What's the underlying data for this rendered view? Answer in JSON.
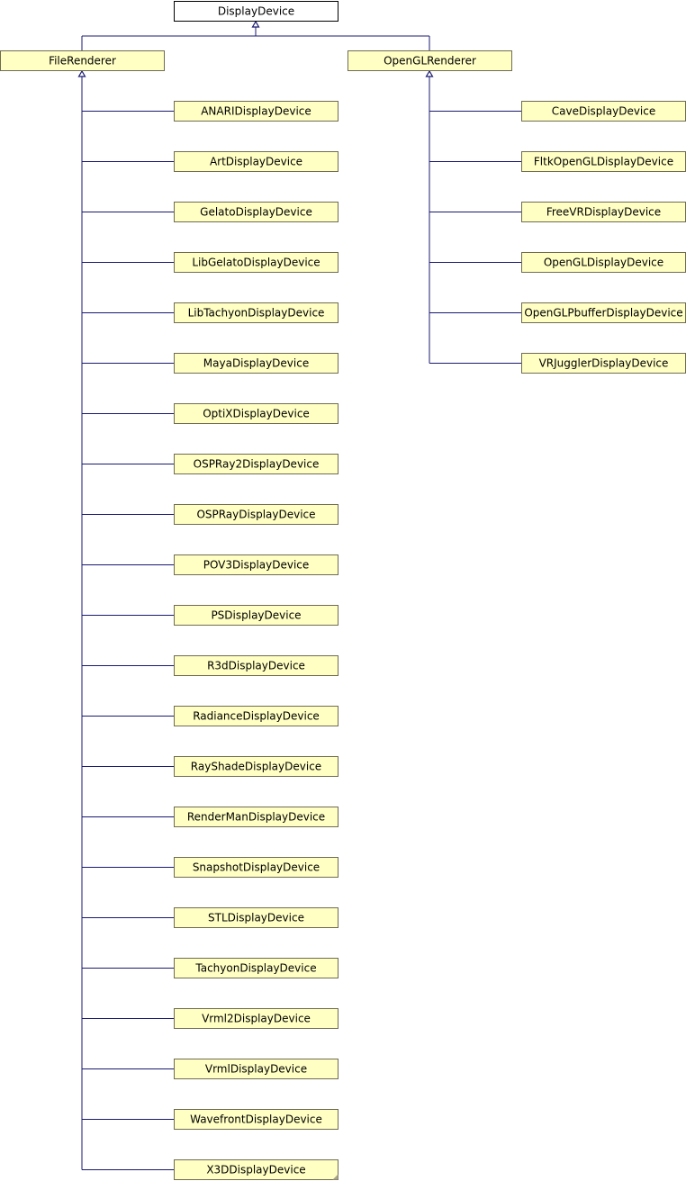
{
  "colors": {
    "node_fill": "#ffffc4",
    "node_border": "#6f6b51",
    "root_fill": "#ffffff",
    "root_border": "#000000",
    "edge": "#191970"
  },
  "root": {
    "name": "DisplayDevice"
  },
  "branches": [
    {
      "name": "FileRenderer",
      "children": [
        "ANARIDisplayDevice",
        "ArtDisplayDevice",
        "GelatoDisplayDevice",
        "LibGelatoDisplayDevice",
        "LibTachyonDisplayDevice",
        "MayaDisplayDevice",
        "OptiXDisplayDevice",
        "OSPRay2DisplayDevice",
        "OSPRayDisplayDevice",
        "POV3DisplayDevice",
        "PSDisplayDevice",
        "R3dDisplayDevice",
        "RadianceDisplayDevice",
        "RayShadeDisplayDevice",
        "RenderManDisplayDevice",
        "SnapshotDisplayDevice",
        "STLDisplayDevice",
        "TachyonDisplayDevice",
        "Vrml2DisplayDevice",
        "VrmlDisplayDevice",
        "WavefrontDisplayDevice",
        "X3DDisplayDevice"
      ]
    },
    {
      "name": "OpenGLRenderer",
      "children": [
        "CaveDisplayDevice",
        "FltkOpenGLDisplayDevice",
        "FreeVRDisplayDevice",
        "OpenGLDisplayDevice",
        "OpenGLPbufferDisplayDevice",
        "VRJugglerDisplayDevice"
      ]
    }
  ]
}
